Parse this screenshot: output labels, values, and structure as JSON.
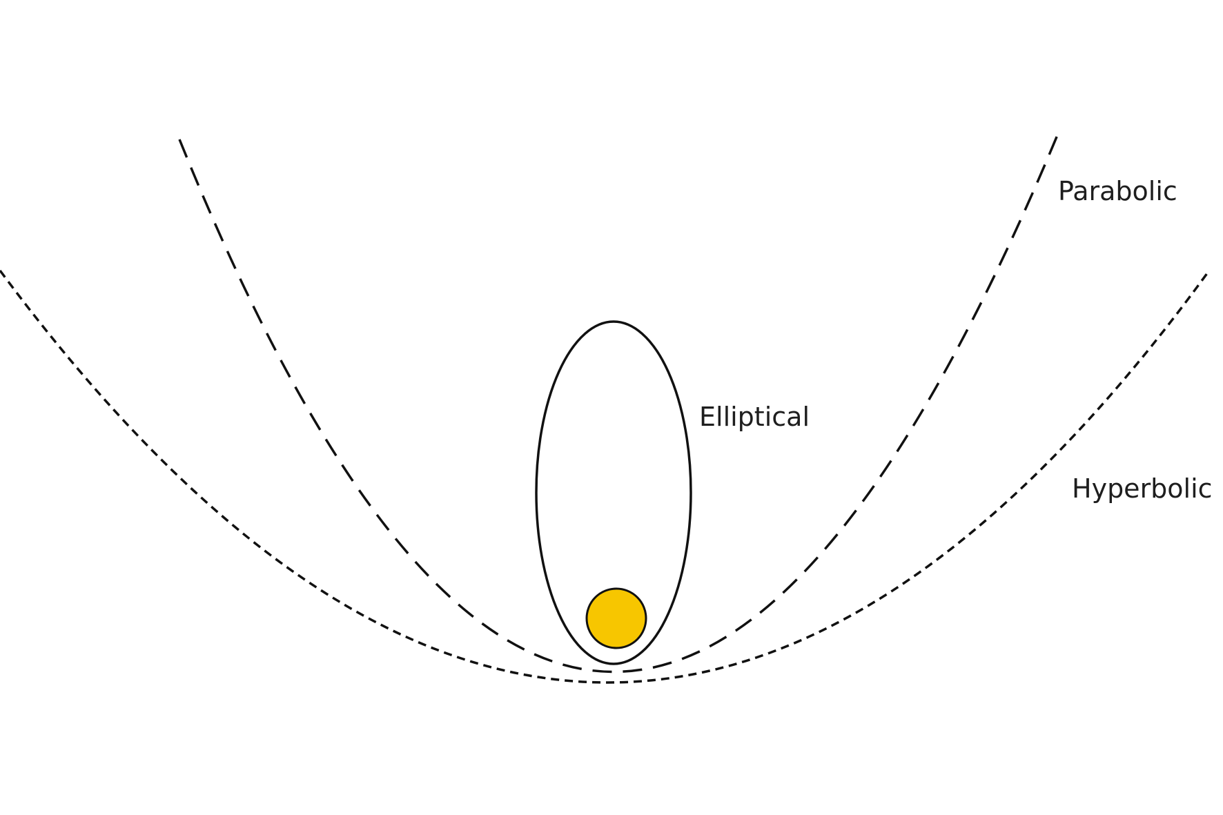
{
  "labels": {
    "parabolic": "Parabolic",
    "elliptical": "Elliptical",
    "hyperbolic": "Hyperbolic"
  },
  "colors": {
    "background": "#ffffff",
    "stroke": "#111111",
    "star_fill": "#f7c600",
    "text": "#1e1e1e"
  },
  "star": {
    "icon": "sun-icon"
  }
}
